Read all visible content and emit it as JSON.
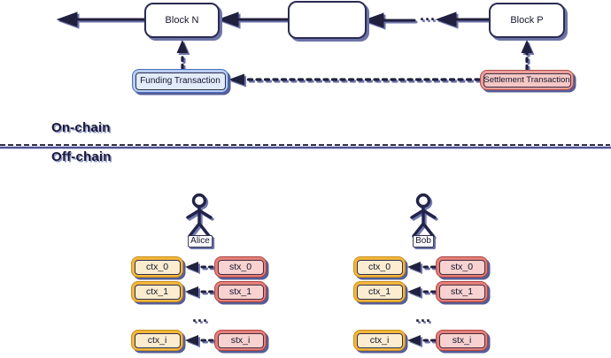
{
  "colors": {
    "ink": "#20203f",
    "shadow": "#6d74a8",
    "block_fill": "#ffffff",
    "block_border": "#2b2b52",
    "funding_fill": "#b7cdf2",
    "funding_border": "#4a70c0",
    "funding_inner": "#e1ebfa",
    "settlement_fill": "#ea9f9b",
    "settlement_border": "#b0504b",
    "settlement_inner": "#f5c8c5",
    "ctx_fill": "#f2b73c",
    "ctx_border": "#c9901e",
    "ctx_inner": "#fcedd0",
    "stx_fill": "#e4807b",
    "stx_border": "#ad4540",
    "stx_inner": "#f7d2d0"
  },
  "onchain": {
    "block_n": "Block N",
    "block_middle": "",
    "block_p": "Block P",
    "chain_ellipsis": "...",
    "funding_label": "Funding Transaction",
    "settlement_label": "Settlement Transaction"
  },
  "divider": {
    "above": "On-chain",
    "below": "Off-chain"
  },
  "offchain": {
    "participants": [
      {
        "name": "Alice",
        "ellipsis": "...",
        "rows": [
          {
            "ctx": "ctx_0",
            "stx": "stx_0"
          },
          {
            "ctx": "ctx_1",
            "stx": "stx_1"
          },
          {
            "ctx": "ctx_i",
            "stx": "stx_i"
          }
        ]
      },
      {
        "name": "Bob",
        "ellipsis": "...",
        "rows": [
          {
            "ctx": "ctx_0",
            "stx": "stx_0"
          },
          {
            "ctx": "ctx_1",
            "stx": "stx_1"
          },
          {
            "ctx": "ctx_i",
            "stx": "stx_i"
          }
        ]
      }
    ]
  }
}
